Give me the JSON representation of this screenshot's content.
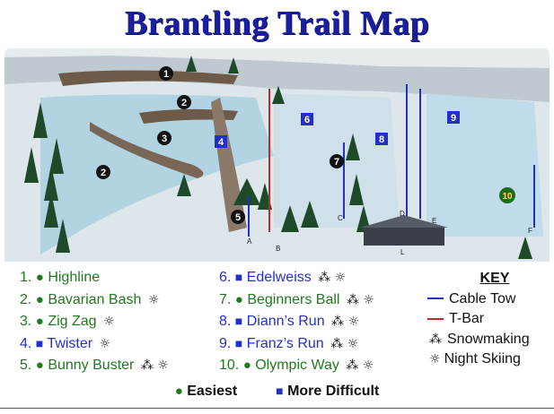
{
  "title": "Brantling Trail Map",
  "map": {
    "trail_numbers": [
      "1",
      "2",
      "2",
      "3",
      "4",
      "5",
      "6",
      "7",
      "8",
      "9",
      "10"
    ],
    "lift_letters": [
      "A",
      "B",
      "C",
      "D",
      "E",
      "F",
      "L"
    ]
  },
  "trails": [
    {
      "num": "1.",
      "name": "Highline",
      "difficulty": "easiest",
      "symbols": ""
    },
    {
      "num": "2.",
      "name": "Bavarian Bash",
      "difficulty": "easiest",
      "symbols": "☼"
    },
    {
      "num": "3.",
      "name": "Zig Zag",
      "difficulty": "easiest",
      "symbols": "☼"
    },
    {
      "num": "4.",
      "name": "Twister",
      "difficulty": "more-difficult",
      "symbols": "☼"
    },
    {
      "num": "5.",
      "name": "Bunny Buster",
      "difficulty": "easiest",
      "symbols": "⁂ ☼"
    },
    {
      "num": "6.",
      "name": "Edelweiss",
      "difficulty": "more-difficult",
      "symbols": "⁂ ☼"
    },
    {
      "num": "7.",
      "name": "Beginners Ball",
      "difficulty": "easiest",
      "symbols": "⁂ ☼"
    },
    {
      "num": "8.",
      "name": "Diann’s Run",
      "difficulty": "more-difficult",
      "symbols": "⁂ ☼"
    },
    {
      "num": "9.",
      "name": "Franz’s Run",
      "difficulty": "more-difficult",
      "symbols": "⁂ ☼"
    },
    {
      "num": "10.",
      "name": "Olympic Way",
      "difficulty": "easiest",
      "symbols": "⁂ ☼"
    }
  ],
  "key": {
    "heading": "KEY",
    "cable_tow": "Cable Tow",
    "t_bar": "T-Bar",
    "snowmaking": "Snowmaking",
    "night_skiing": "Night Skiing",
    "cable_color": "#2330c8",
    "tbar_color": "#c0282a"
  },
  "footer": {
    "easiest": "Easiest",
    "more_difficult": "More Difficult"
  }
}
